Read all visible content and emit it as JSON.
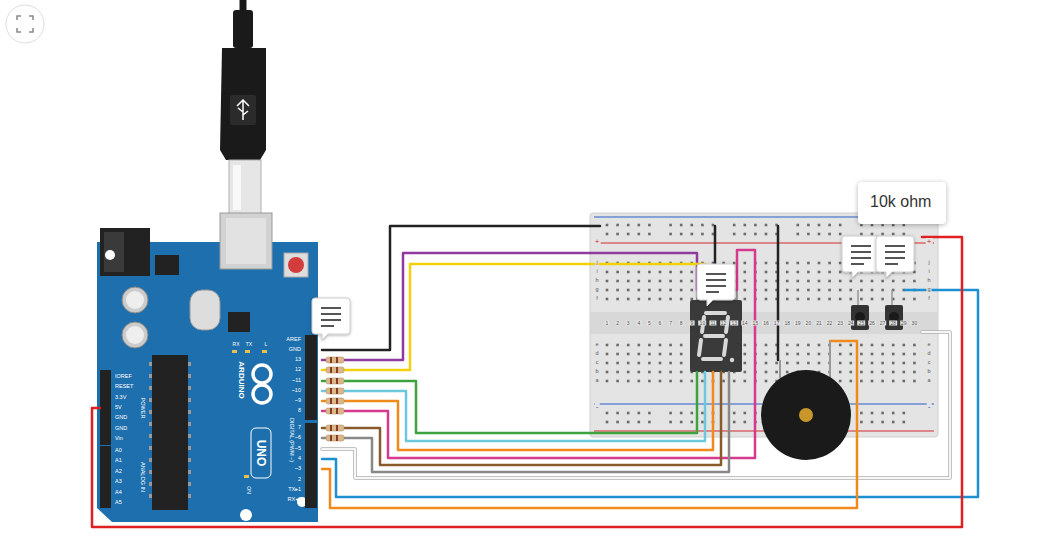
{
  "diagram": {
    "nodes": [
      {
        "text": [
          "10k ohm"
        ]
      }
    ],
    "labels": [
      "AREF",
      "GND",
      "13",
      "12",
      "~11",
      "~10",
      "~9",
      "8",
      "7",
      "~6",
      "~5",
      "4",
      "~3",
      "2",
      "TX▸1",
      "RX◂0",
      "DIGITAL (PWM ~)",
      "ARDUINO",
      "UNO",
      "IOREF",
      "RESET",
      "3.3V",
      "5V",
      "GND",
      "GND",
      "Vin",
      "POWER",
      "A0",
      "A1",
      "A2",
      "A3",
      "A4",
      "A5",
      "ANALOG IN",
      "RX",
      "TX",
      "L",
      "ON",
      "+",
      "+",
      "-",
      "-",
      "j",
      "i",
      "h",
      "g",
      "f",
      "e",
      "d",
      "c",
      "b",
      "a",
      "j",
      "i",
      "h",
      "g",
      "f",
      "e",
      "d",
      "c",
      "b",
      "a",
      "1",
      "2",
      "3",
      "4",
      "5",
      "6",
      "7",
      "8",
      "9",
      "10",
      "11",
      "12",
      "13",
      "14",
      "15",
      "16",
      "17",
      "18",
      "19",
      "20",
      "21",
      "22",
      "23",
      "24",
      "25",
      "26",
      "27",
      "28",
      "29",
      "30"
    ]
  }
}
